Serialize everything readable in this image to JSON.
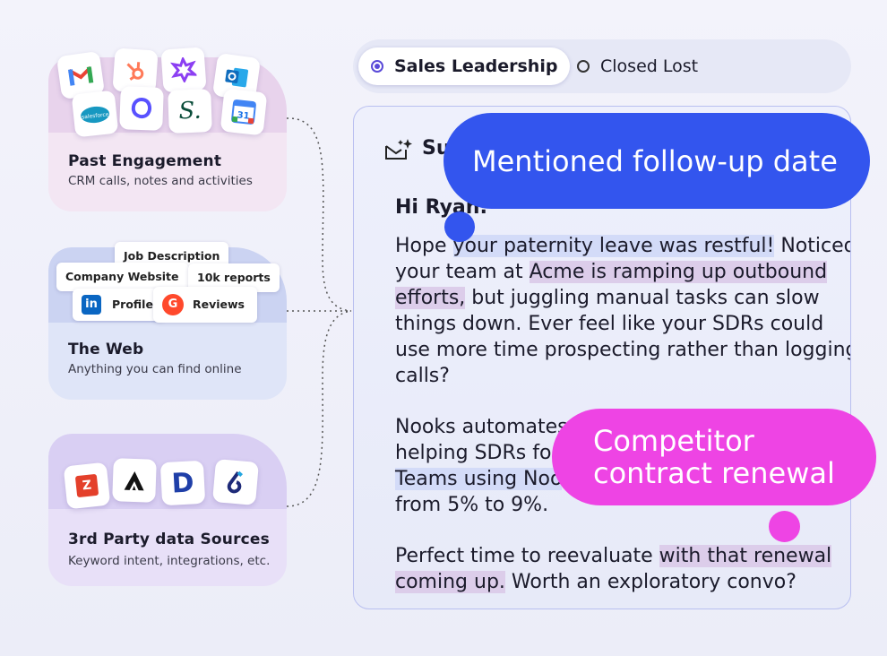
{
  "sources": {
    "past": {
      "title": "Past Engagement",
      "subtitle": "CRM calls, notes and activities",
      "icons": [
        "gmail-icon",
        "hubspot-icon",
        "gong-icon",
        "outlook-icon",
        "salesforce-icon",
        "outreach-icon",
        "salesloft-icon",
        "google-calendar-icon"
      ],
      "salesforce_text": "salesforce",
      "s_letter": "S.",
      "cal_num": "31"
    },
    "web": {
      "title": "The Web",
      "subtitle": "Anything you can find online",
      "chips": {
        "job": "Job Description",
        "company": "Company Website",
        "reports": "10k reports",
        "profile": "Profile",
        "reviews": "Reviews"
      },
      "li_text": "in",
      "g2_text": "G"
    },
    "third": {
      "title": "3rd Party data Sources",
      "subtitle": "Keyword intent, integrations, etc.",
      "icons": [
        "zoominfo-icon",
        "apollo-icon",
        "d-icon",
        "6sense-icon"
      ],
      "d_letter": "D"
    }
  },
  "tabs": [
    {
      "label": "Sales Leadership",
      "selected": true
    },
    {
      "label": "Closed Lost",
      "selected": false
    }
  ],
  "email": {
    "subject_partial": "Su",
    "greeting": "Hi Ryan:",
    "p1": {
      "l1a": "Hope ",
      "l1b": "your paternity leave was restful!",
      "l1c": " Noticed",
      "l2a": "your team at ",
      "l2b": "Acme is ramping up outbound",
      "l3a": "efforts,",
      "l3b": " but juggling manual tasks can slow",
      "l4": "things down. Ever feel like your SDRs could",
      "l5": "use more time prospecting rather than logging",
      "l6": "calls?"
    },
    "p2": {
      "l1": "Nooks automates",
      "l2": "helping SDRs foc",
      "l3": "Teams using Noo",
      "l4": "from 5% to 9%."
    },
    "p3": {
      "l1a": "Perfect time to reevaluate ",
      "l1b": "with that renewal",
      "l2a": "coming up.",
      "l2b": " Worth an exploratory convo?"
    }
  },
  "callouts": {
    "followup": "Mentioned follow-up date",
    "competitor_l1": "Competitor",
    "competitor_l2": "contract renewal"
  },
  "colors": {
    "blue": "#3355ee",
    "pink": "#ee44e4",
    "purple": "#5a4ad8"
  }
}
